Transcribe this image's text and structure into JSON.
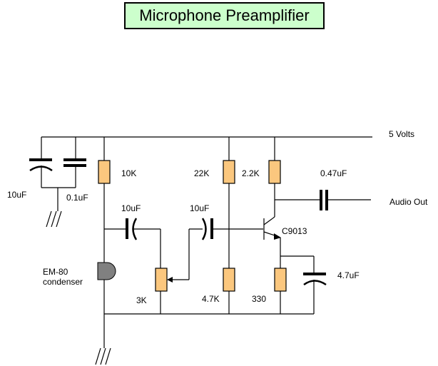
{
  "title": "Microphone Preamplifier",
  "colors": {
    "title_bg": "#ccffcc",
    "resistor_fill": "#fbc77e",
    "mic_fill": "#808080"
  },
  "labels": {
    "supply": "5 Volts",
    "output": "Audio Out",
    "c_supply_electrolytic": "10uF",
    "c_supply_ceramic": "0.1uF",
    "r_mic_bias": "10K",
    "c_mic_coupling": "10uF",
    "c_base_coupling": "10uF",
    "r_base_upper": "22K",
    "r_collector": "2.2K",
    "c_output": "0.47uF",
    "transistor": "C9013",
    "mic_line1": "EM-80",
    "mic_line2": "condenser",
    "pot": "3K",
    "r_base_lower": "4.7K",
    "r_emitter": "330",
    "c_emitter_bypass": "4.7uF"
  }
}
